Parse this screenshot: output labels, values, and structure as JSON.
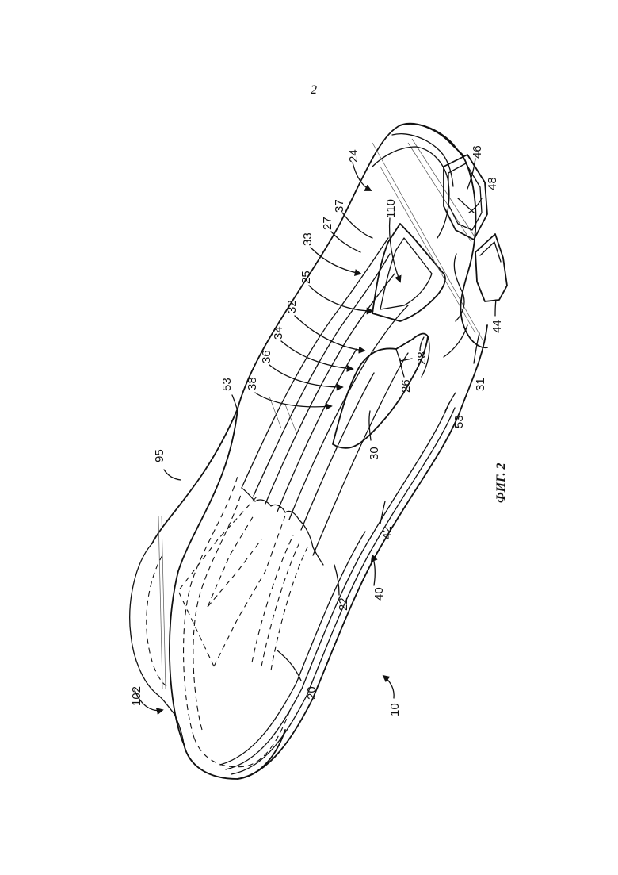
{
  "page_number": "2",
  "figure_caption": "ФИГ. 2",
  "reference_labels": {
    "r10": "10",
    "r20": "20",
    "r22": "22",
    "r24": "24",
    "r25": "25",
    "r26": "26",
    "r27": "27",
    "r28": "28",
    "r30": "30",
    "r31": "31",
    "r32": "32",
    "r33": "33",
    "r34": "34",
    "r36": "36",
    "r37": "37",
    "r38": "38",
    "r40": "40",
    "r42": "42",
    "r44": "44",
    "r46": "46",
    "r48": "48",
    "r53a": "53",
    "r53b": "53",
    "r95": "95",
    "r102": "102",
    "r110": "110"
  }
}
